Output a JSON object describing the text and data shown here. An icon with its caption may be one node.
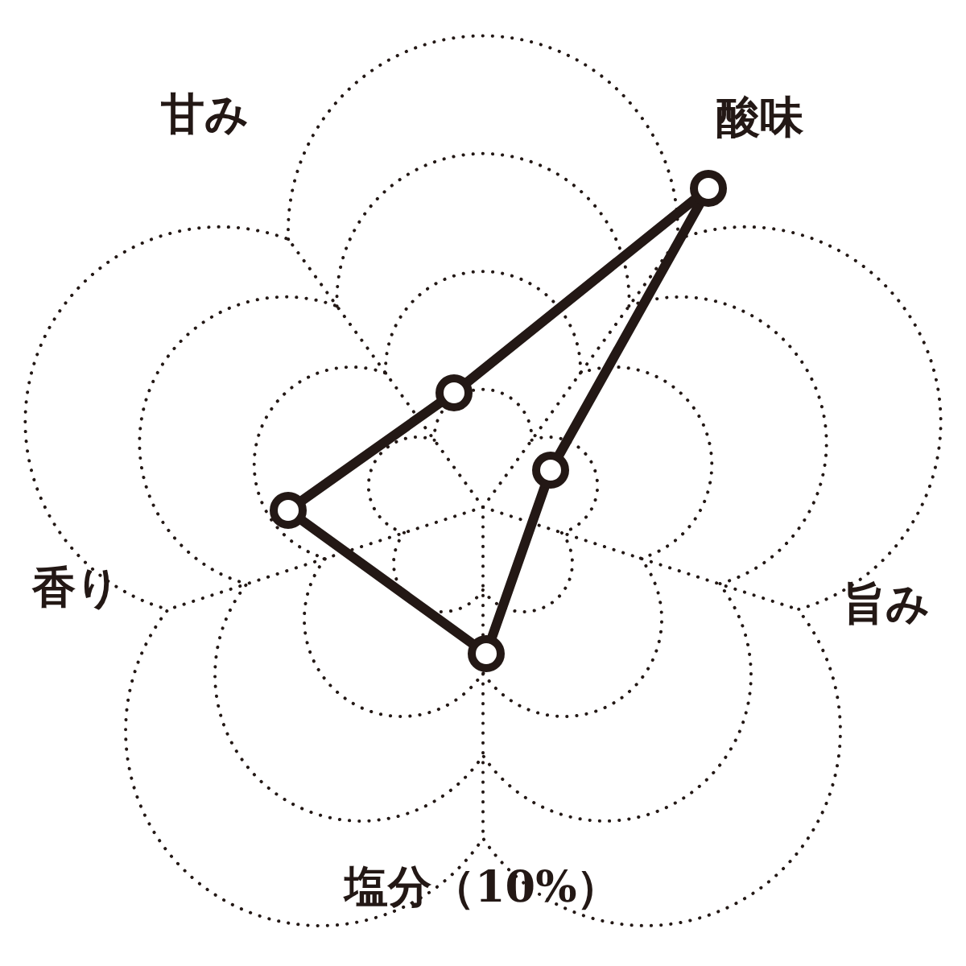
{
  "diagram": {
    "labels": [
      "甘み",
      "酸味",
      "香り",
      "旨み",
      "塩分（10%）"
    ]
  }
}
